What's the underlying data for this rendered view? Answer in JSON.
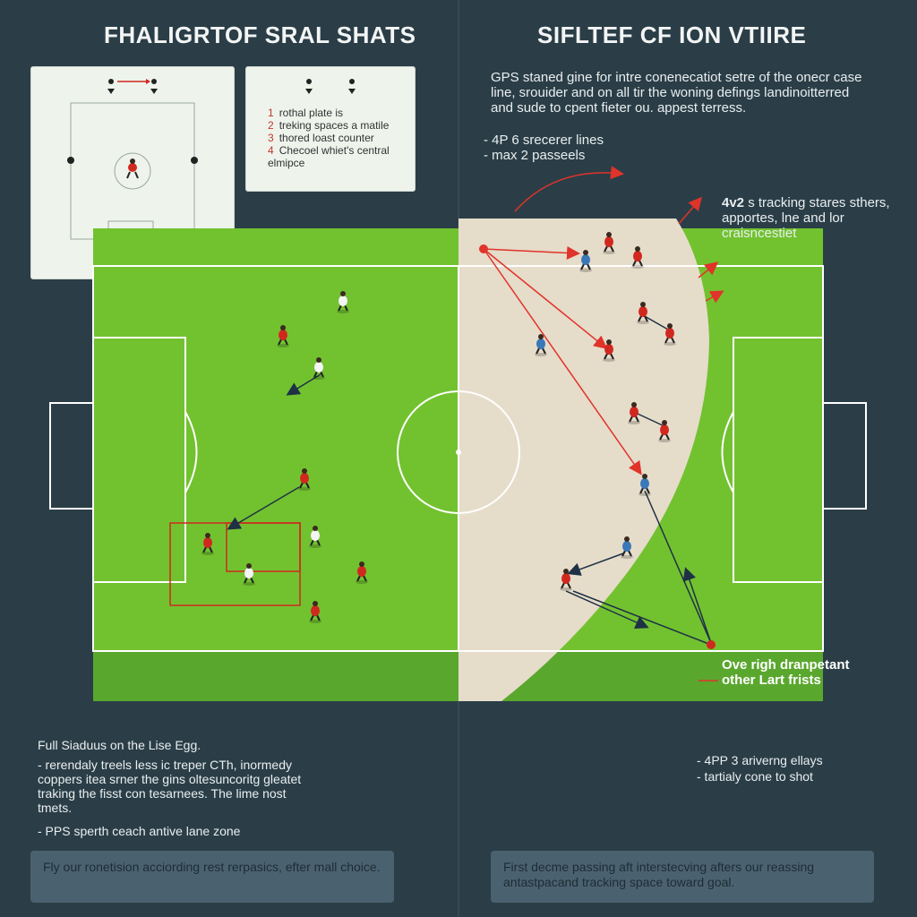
{
  "titles": {
    "left": "FHALIGRTOF SRAL SHATS",
    "right": "SIFLTEF CF ION VTIIRE"
  },
  "legend": {
    "items": [
      {
        "num": "1",
        "text": "rothal plate is"
      },
      {
        "num": "2",
        "text": "treking spaces a matile"
      },
      {
        "num": "3",
        "text": "thored loast counter"
      },
      {
        "num": "4",
        "text": "Checoel whiet's central elmipce"
      }
    ]
  },
  "intro_right": "GPS staned gine for intre conenecatiot setre of the onecr case line, srouider and on all tir the woning defings landinoitterred and sude to cpent fieter ou. appest terress.",
  "bullets_right": [
    "- 4P 6 srecerer lines",
    "- max 2 passeels"
  ],
  "annotation_tracking": {
    "strong": "4v2",
    "text": "s tracking stares sthers, apportes, lne and lor craisncestiet"
  },
  "annotation_bottom": [
    "Ove righ dranpetant",
    "other Lart frists"
  ],
  "notes_left": {
    "heading": "Full Siaduus on the Lise Egg.",
    "lines": [
      "- rerendaly treels less ic treper CTh, inormedy coppers itea srner the gins oltesuncoritg gleatet traking the fisst con tesarnees. The lime nost tmets.",
      "- PPS sperth ceach antive lane zone"
    ]
  },
  "bullets_right_bottom": [
    "- 4PP 3 ariverng ellays",
    "- tartialy cone to shot"
  ],
  "bottom_boxes": {
    "left": "Fly our ronetision acciording rest rerpasics, efter mall choice.",
    "right": "First decme passing aft interstecving afters our reassing antastpacand tracking space toward goal."
  },
  "colors": {
    "background": "#2b3e47",
    "pitch_green": "#72c230",
    "pitch_green_dark": "#5aa72e",
    "overlay_sand": "#e6dcca",
    "team_red": "#d0281f",
    "team_blue": "#3a78b8",
    "arrow_red": "#e0332a",
    "arrow_dark": "#1f3144"
  },
  "icons": [
    "player-icon",
    "arrow-icon"
  ]
}
